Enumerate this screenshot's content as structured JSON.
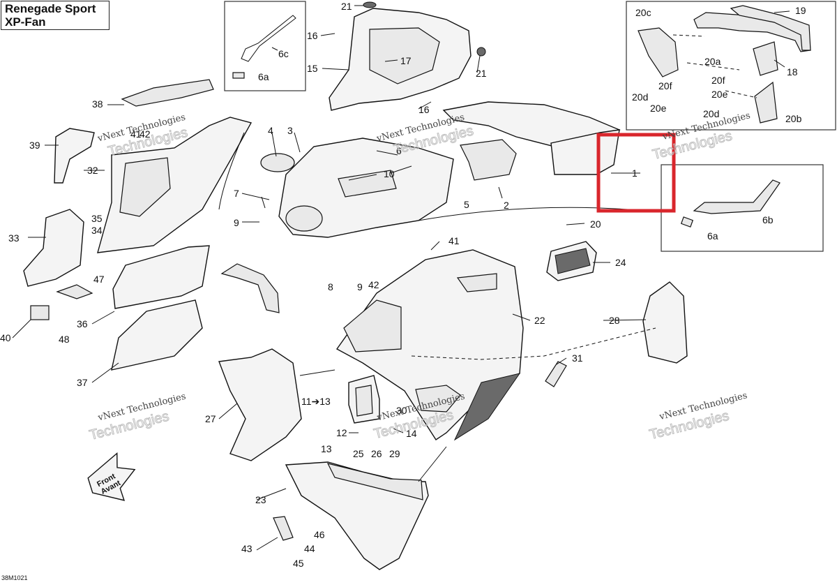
{
  "title": {
    "line1": "Renegade Sport",
    "line2": "XP-Fan"
  },
  "diagram_code": "38M1021",
  "front_sign": {
    "line1": "Front",
    "line2": "Avant"
  },
  "watermark": {
    "line1": "vNext Technologies",
    "line2": "Technologies"
  },
  "highlight": {
    "part": "1",
    "color": "#d9262c"
  },
  "callouts": {
    "c1": "1",
    "c2": "2",
    "c3": "3",
    "c4": "4",
    "c5": "5",
    "c6": "6",
    "c6a_top": "6a",
    "c6a_right": "6a",
    "c6b": "6b",
    "c6c": "6c",
    "c7": "7",
    "c8": "8",
    "c9_left": "9",
    "c9_bottom": "9",
    "c10": "10",
    "c11": "11➔13",
    "c12": "12",
    "c13": "13",
    "c14": "14",
    "c15": "15",
    "c16_top": "16",
    "c16_bottom": "16",
    "c17": "17",
    "c18": "18",
    "c19": "19",
    "c20": "20",
    "c20a": "20a",
    "c20b": "20b",
    "c20c": "20c",
    "c20d_top": "20d",
    "c20d_bottom": "20d",
    "c20e_top": "20e",
    "c20e_bottom": "20e",
    "c20f_top": "20f",
    "c20f_bottom": "20f",
    "c21_top": "21",
    "c21_right": "21",
    "c22": "22",
    "c23": "23",
    "c24": "24",
    "c25": "25",
    "c26": "26",
    "c27": "27",
    "c28": "28",
    "c29": "29",
    "c30": "30",
    "c31": "31",
    "c32": "32",
    "c33": "33",
    "c34": "34",
    "c35": "35",
    "c36": "36",
    "c37": "37",
    "c38": "38",
    "c39": "39",
    "c40": "40",
    "c41_top": "41",
    "c41_mid": "41",
    "c42_top": "42",
    "c42_mid": "42",
    "c43": "43",
    "c44": "44",
    "c45": "45",
    "c46": "46",
    "c47": "47",
    "c48": "48"
  }
}
